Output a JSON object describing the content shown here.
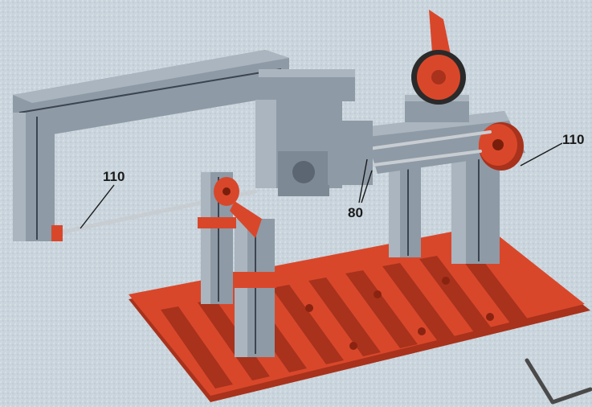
{
  "labels": {
    "left_axle": "110",
    "middle_axles": "80",
    "right_axle": "110"
  },
  "colors": {
    "background": "#c9d4dc",
    "block_gray": "#8e9aa6",
    "block_gray_light": "#aab5bf",
    "block_gray_dark": "#5b6672",
    "base_red": "#d9472b",
    "base_red_dark": "#a8321c",
    "metal": "#c8cdd2"
  },
  "icons": [
    "baseplate",
    "gray-building-blocks",
    "red-gear-wheels",
    "metal-axles",
    "allen-key"
  ]
}
